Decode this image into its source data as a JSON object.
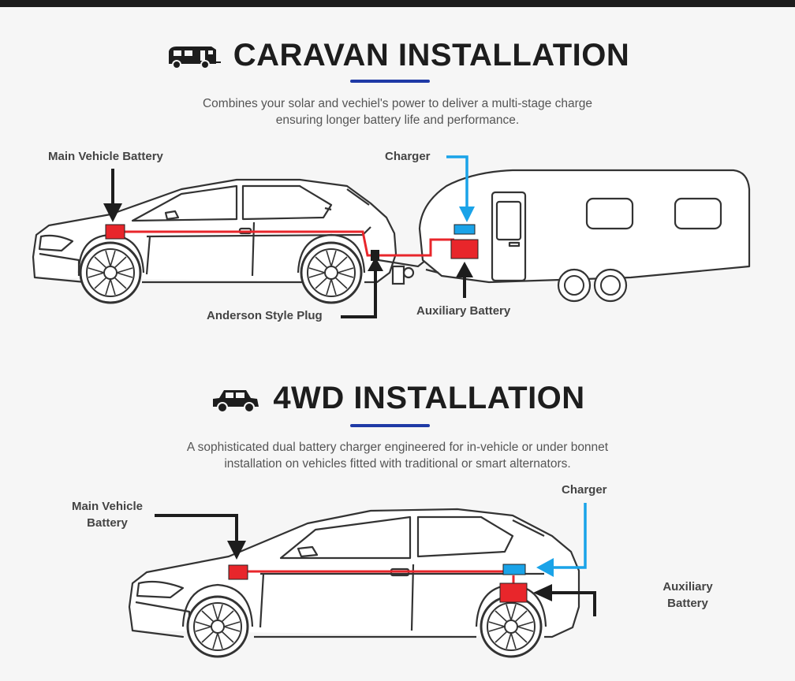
{
  "caravan": {
    "title": "CARAVAN INSTALLATION",
    "description_line1": "Combines your solar and vechiel's power to deliver a multi-stage charge",
    "description_line2": "ensuring longer battery life and performance.",
    "labels": {
      "main_vehicle_battery": "Main Vehicle Battery",
      "charger": "Charger",
      "anderson_plug": "Anderson Style Plug",
      "auxiliary_battery": "Auxiliary Battery"
    },
    "icon": "caravan-van-icon"
  },
  "fourwd": {
    "title": "4WD INSTALLATION",
    "description_line1": "A sophisticated dual battery charger engineered for in-vehicle or under bonnet",
    "description_line2": "installation on vehicles fitted with traditional or smart alternators.",
    "labels": {
      "main_line1": "Main Vehicle",
      "main_line2": "Battery",
      "charger": "Charger",
      "aux_line1": "Auxiliary",
      "aux_line2": "Battery"
    },
    "icon": "4wd-vehicle-icon"
  },
  "colors": {
    "accent_underline": "#1f3aa6",
    "battery_red": "#e8262b",
    "charger_blue": "#1aa3e8",
    "wire_red": "#e8262b",
    "arrow_dark": "#1d1d1d"
  }
}
